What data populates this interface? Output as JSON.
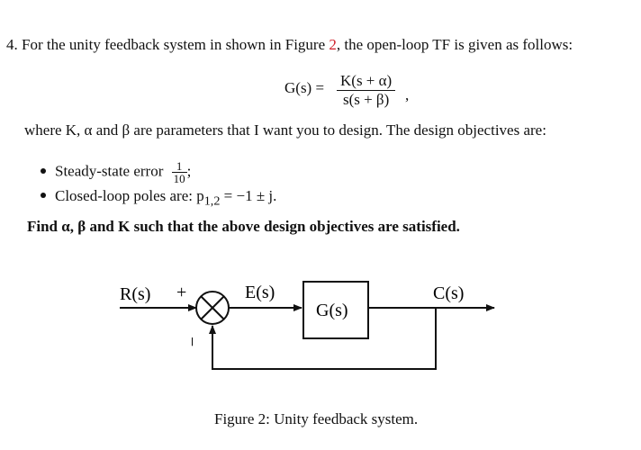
{
  "question": {
    "number": "4.",
    "text_before_ref": "For the unity feedback system in shown in Figure ",
    "figure_ref": "2",
    "text_after_ref": ", the open-loop TF is given as follows:"
  },
  "equation": {
    "lhs": "G(s) =",
    "numerator": "K(s + α)",
    "denominator": "s(s + β)",
    "trailing": ","
  },
  "where_text": "where K, α and β are parameters that I want you to design. The design objectives are:",
  "objectives": [
    {
      "label": "Steady-state error",
      "frac_num": "1",
      "frac_den": "10",
      "suffix": ";"
    },
    {
      "label": "Closed-loop poles are: p",
      "subscript": "1,2",
      "tail": " = −1 ± j."
    }
  ],
  "find_text": "Find α, β and K such that the above design objectives are satisfied.",
  "diagram": {
    "input_label": "R(s)",
    "plus_sign": "+",
    "minus_sign": "−",
    "error_label": "E(s)",
    "block_label": "G(s)",
    "output_label": "C(s)"
  },
  "caption": "Figure 2: Unity feedback system.",
  "colors": {
    "reference": "#d0202a",
    "text": "#111111"
  }
}
